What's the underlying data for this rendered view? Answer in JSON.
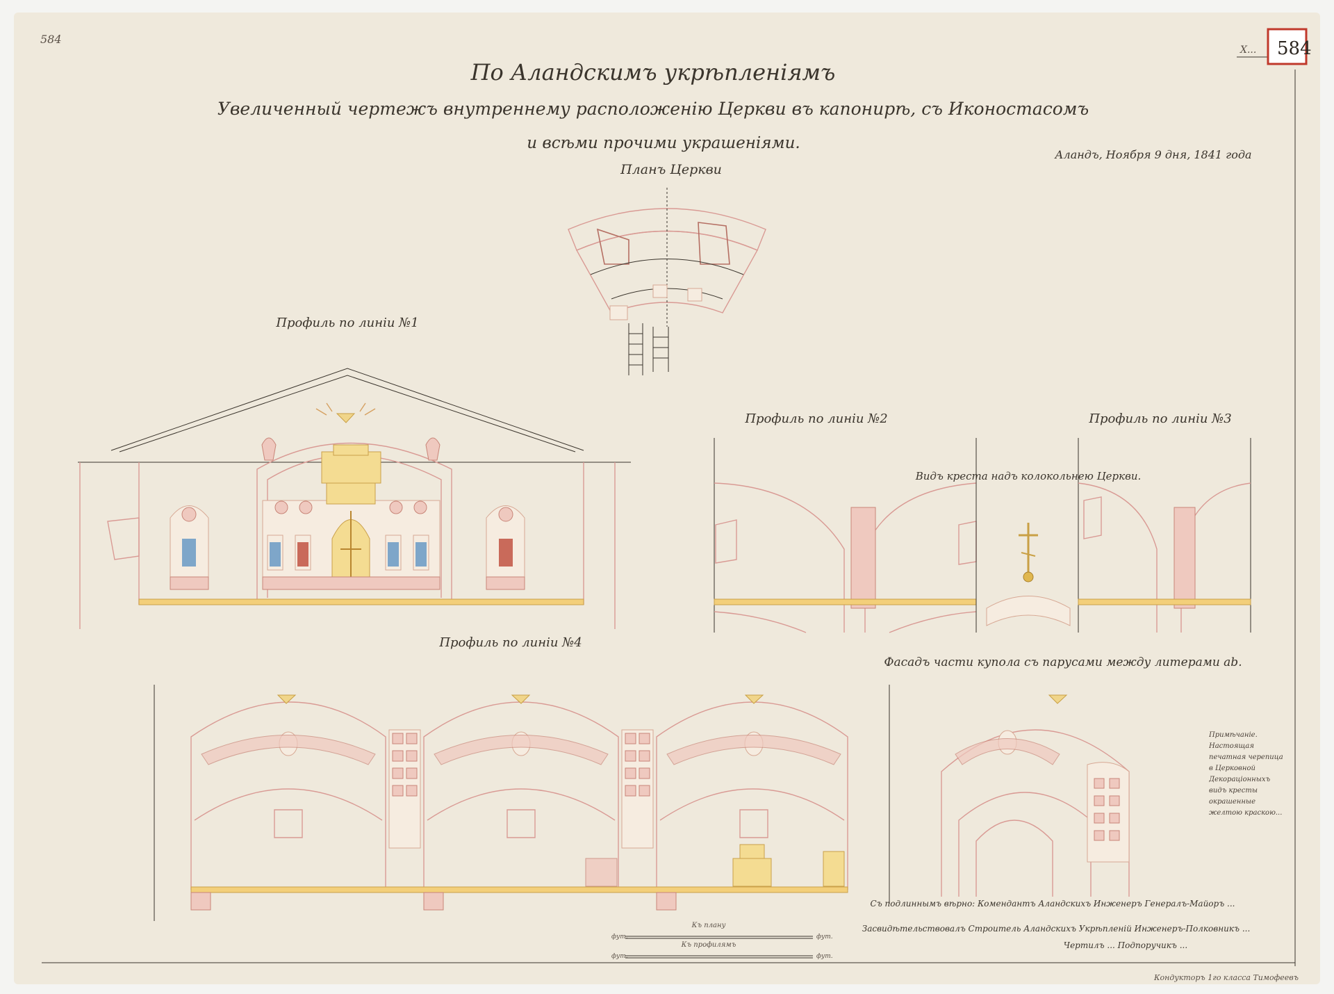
{
  "sheet": {
    "archive_number_left": "584",
    "archive_stamp_right": "584",
    "corner_mark_right": "Х...",
    "title_line1": "По Аландскимъ укрѣпленiямъ",
    "title_line2": "Увеличенный чертежъ внутреннему расположенiю Церкви въ капонирѣ, съ Иконостасомъ",
    "title_line3": "и всѣми прочими украшенiями.",
    "place_date": "Аландъ, Ноября 9 дня, 1841 года",
    "plan_title": "Планъ Церкви"
  },
  "sections": {
    "profile_1": "Профиль по линiи №1",
    "profile_2": "Профиль по линiи №2",
    "profile_3": "Профиль по линiи №3",
    "profile_4": "Профиль по линiи №4",
    "cross_view": "Видъ креста надъ колокольнею Церкви.",
    "facade_dome": "Фасадъ части купола съ парусами между литерами ab."
  },
  "notes": {
    "side_note": "Примѣчанiе. Настоящая печатная черепица в Церковной Декорацiонныхъ видъ кресты окрашенные желтою краскою..."
  },
  "signatures": {
    "line1": "Съ подлиннымъ вѣрно: Комендантъ Аландскихъ Инженеръ Генералъ-Майоръ ...",
    "line2": "Засвидѣтельствовалъ Строитель Аландскихъ Укрѣпленiй Инженеръ-Полковникъ ...",
    "line3": "Чертилъ ... Подпоручикъ ...",
    "draftsman": "Кондукторъ 1го класса Тимофеевъ"
  },
  "scales": {
    "scale1_title": "Къ плану",
    "scale2_title": "Къ профилямъ",
    "unit": "фут."
  },
  "colors": {
    "paper": "#efe9dc",
    "ink": "#3a342c",
    "wall_pink": "#d99a94",
    "ochre": "#f0d58a",
    "stamp_red": "#c0392b"
  }
}
